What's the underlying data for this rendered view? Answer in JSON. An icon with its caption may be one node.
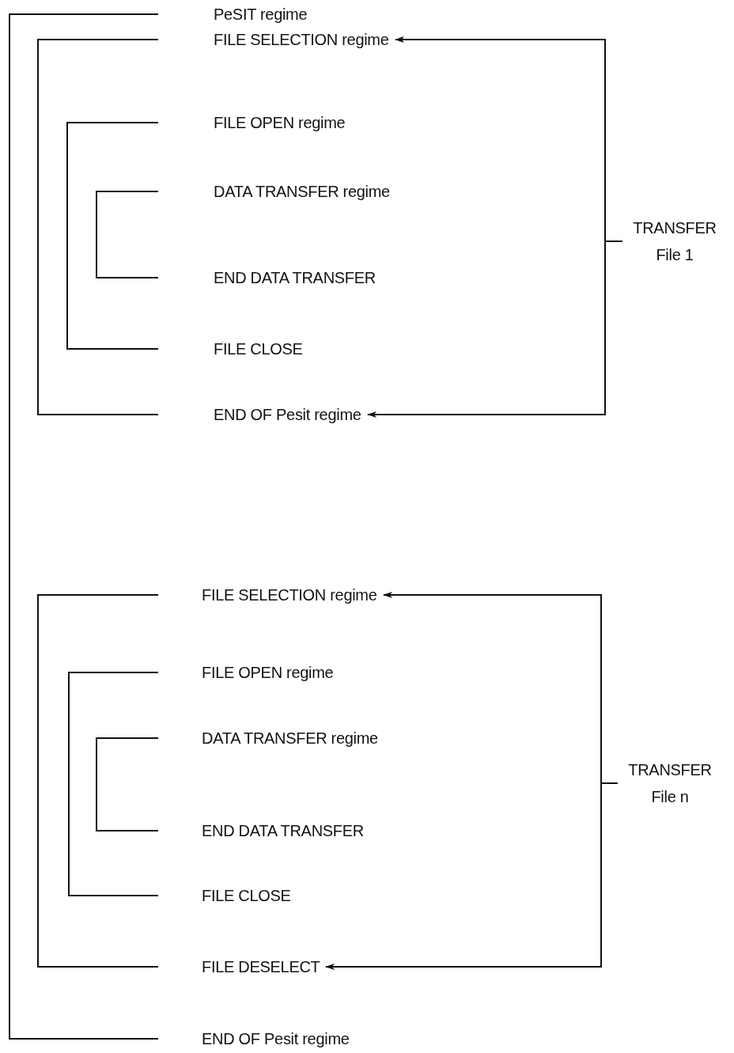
{
  "diagram": {
    "nodes": [
      {
        "text": [
          "PeSIT regime"
        ]
      },
      {
        "text": [
          "FILE SELECTION regime"
        ]
      },
      {
        "text": [
          "FILE OPEN regime"
        ]
      },
      {
        "text": [
          "DATA TRANSFER regime"
        ]
      },
      {
        "text": [
          "END DATA TRANSFER"
        ]
      },
      {
        "text": [
          "FILE CLOSE"
        ]
      },
      {
        "text": [
          "END OF Pesit regime"
        ]
      },
      {
        "text": [
          "TRANSFER File 1"
        ]
      },
      {
        "text": [
          "FILE SELECTION regime"
        ]
      },
      {
        "text": [
          "FILE OPEN regime"
        ]
      },
      {
        "text": [
          "DATA TRANSFER regime"
        ]
      },
      {
        "text": [
          "END DATA TRANSFER"
        ]
      },
      {
        "text": [
          "FILE CLOSE"
        ]
      },
      {
        "text": [
          "FILE DESELECT"
        ]
      },
      {
        "text": [
          "TRANSFER File n"
        ]
      },
      {
        "text": [
          "END OF Pesit regime"
        ]
      }
    ],
    "edges": [
      {
        "from": 0,
        "to": 15,
        "arrow": "none"
      },
      {
        "from": 1,
        "to": 6,
        "arrow": "none"
      },
      {
        "from": 2,
        "to": 5,
        "arrow": "none"
      },
      {
        "from": 3,
        "to": 4,
        "arrow": "none"
      },
      {
        "from": 7,
        "to": 1,
        "arrow": "to"
      },
      {
        "from": 7,
        "to": 6,
        "arrow": "to"
      },
      {
        "from": 8,
        "to": 13,
        "arrow": "none"
      },
      {
        "from": 9,
        "to": 12,
        "arrow": "none"
      },
      {
        "from": 10,
        "to": 11,
        "arrow": "none"
      },
      {
        "from": 14,
        "to": 8,
        "arrow": "to"
      },
      {
        "from": 14,
        "to": 13,
        "arrow": "to"
      }
    ]
  }
}
